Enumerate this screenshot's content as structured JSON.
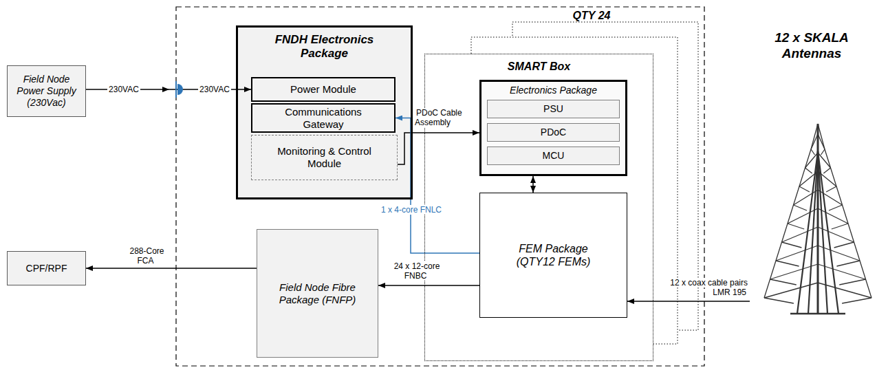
{
  "diagram": {
    "nodes": [
      {
        "text": [
          "Field Node Power Supply (230Vac)"
        ]
      },
      {
        "text": [
          "CPF/RPF"
        ]
      },
      {
        "text": [
          "FNDH Electronics Package"
        ]
      },
      {
        "text": [
          "Power Module"
        ],
        "in": 2
      },
      {
        "text": [
          "Communications Gateway"
        ],
        "in": 2
      },
      {
        "text": [
          "Monitoring & Control Module"
        ],
        "in": 2
      },
      {
        "text": [
          "Field Node Fibre Package (FNFP)"
        ]
      },
      {
        "text": [
          "SMART Box"
        ]
      },
      {
        "text": [
          "Electronics Package"
        ],
        "in": 7
      },
      {
        "text": [
          "PSU"
        ],
        "in": 8
      },
      {
        "text": [
          "PDoC"
        ],
        "in": 8
      },
      {
        "text": [
          "MCU"
        ],
        "in": 8
      },
      {
        "text": [
          "FEM Package (QTY12 FEMs)"
        ],
        "in": 7
      },
      {
        "text": [
          "12 x SKALA Antennas"
        ]
      }
    ],
    "edges": [
      {
        "from": 0,
        "to": 3,
        "arrow": "to",
        "label": "230VAC"
      },
      {
        "from": 5,
        "to": 8,
        "arrow": "to",
        "label": "PDoC Cable Assembly"
      },
      {
        "from": 12,
        "to": 4,
        "arrow": "to",
        "label": "1 x 4-core FNLC"
      },
      {
        "from": 12,
        "to": 6,
        "arrow": "to",
        "label": "24 x 12-core FNBC"
      },
      {
        "from": 6,
        "to": 1,
        "arrow": "to",
        "label": "288-Core FCA"
      },
      {
        "from": 13,
        "to": 12,
        "arrow": "to",
        "label": "12 x coax cable pairs LMR 195"
      },
      {
        "from": 8,
        "to": 12,
        "arrow": "both"
      }
    ],
    "labels": [
      "230VAC",
      "QTY 24"
    ]
  }
}
